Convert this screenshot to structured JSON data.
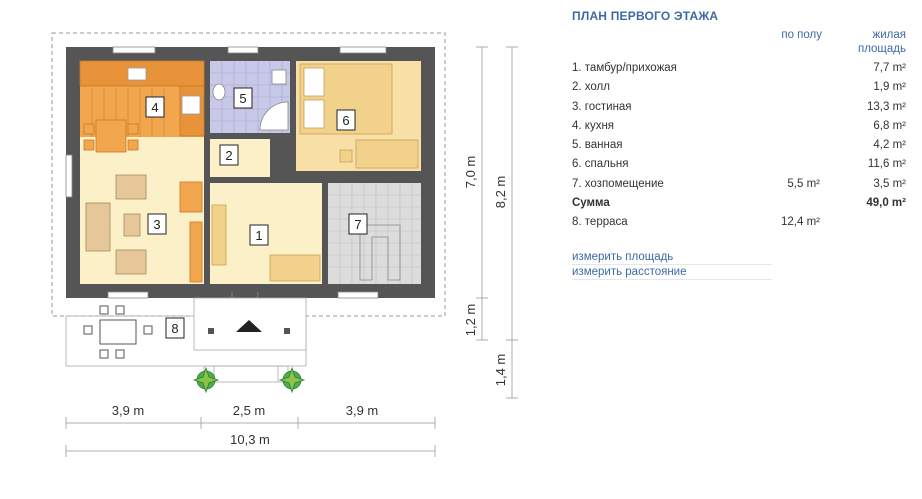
{
  "plan": {
    "rooms": [
      {
        "label": "1"
      },
      {
        "label": "2"
      },
      {
        "label": "3"
      },
      {
        "label": "4"
      },
      {
        "label": "5"
      },
      {
        "label": "6"
      },
      {
        "label": "7"
      },
      {
        "label": "8"
      }
    ],
    "dimensions": {
      "bottom_left": "3,9 m",
      "bottom_mid": "2,5 m",
      "bottom_right": "3,9 m",
      "total_width": "10,3 m",
      "height_inner": "7,0 m",
      "height_total": "8,2 m",
      "height_porch": "1,2 m",
      "height_terrace": "1,4 m"
    }
  },
  "panel": {
    "title": "ПЛАН ПЕРВОГО ЭТАЖА",
    "col_floor": "по полу",
    "col_living": "жилая площадь",
    "rows": [
      {
        "name": "1. тамбур/прихожая",
        "floor": "",
        "living": "7,7 m²"
      },
      {
        "name": "2. холл",
        "floor": "",
        "living": "1,9 m²"
      },
      {
        "name": "3. гостиная",
        "floor": "",
        "living": "13,3 m²"
      },
      {
        "name": "4. кухня",
        "floor": "",
        "living": "6,8 m²"
      },
      {
        "name": "5. ванная",
        "floor": "",
        "living": "4,2 m²"
      },
      {
        "name": "6. спальня",
        "floor": "",
        "living": "11,6 m²"
      },
      {
        "name": "7. хозпомещение",
        "floor": "5,5 m²",
        "living": "3,5 m²"
      },
      {
        "name": "Сумма",
        "floor": "",
        "living": "49,0 m²"
      },
      {
        "name": "8. терраса",
        "floor": "12,4 m²",
        "living": ""
      }
    ],
    "links": {
      "measure_area": "измерить площадь",
      "measure_distance": "измерить расстояние"
    }
  },
  "colors": {
    "wall": "#555555",
    "kitchen": "#f2a64e",
    "living": "#fcf0c8",
    "bedroom": "#f7dfa6",
    "bath": "#c8c8e8",
    "utility": "#d9d9d9",
    "accent": "#3d6aa6"
  }
}
